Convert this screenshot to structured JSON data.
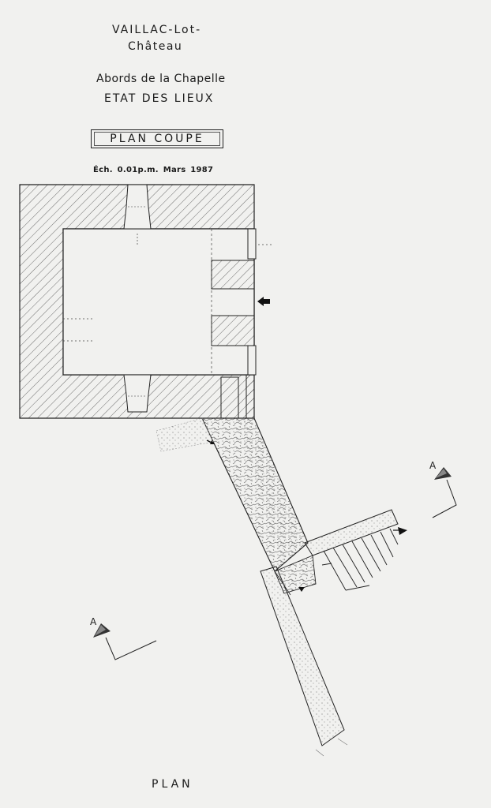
{
  "header": {
    "title_line1": "VAILLAC-Lot-",
    "title_line2": "Château",
    "subtitle_line1": "Abords de la Chapelle",
    "subtitle_line2": "ETAT DES LIEUX"
  },
  "drawing_type_box": "PLAN   COUPE",
  "scale_line": "Éch. 0.01p.m.    Mars 1987",
  "section_marker_label": "A",
  "footer_label": "PLAN",
  "colors": {
    "ink": "#1a1a1a",
    "paper": "#f1f1ef"
  }
}
